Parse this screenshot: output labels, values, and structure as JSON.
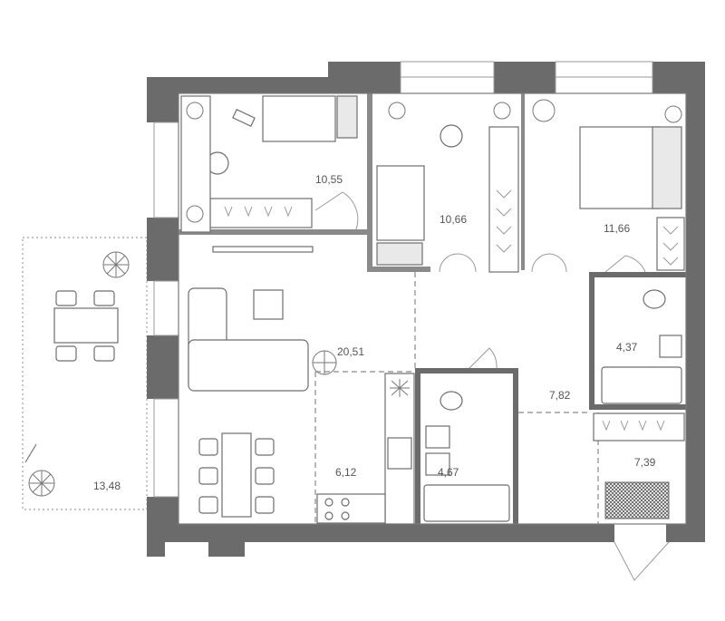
{
  "rooms": [
    {
      "id": "bedroom-left",
      "area": "10,55"
    },
    {
      "id": "bedroom-middle",
      "area": "10,66"
    },
    {
      "id": "bedroom-right",
      "area": "11,66"
    },
    {
      "id": "living-room",
      "area": "20,51"
    },
    {
      "id": "bathroom-right",
      "area": "4,37"
    },
    {
      "id": "hallway",
      "area": "7,82"
    },
    {
      "id": "kitchen",
      "area": "6,12"
    },
    {
      "id": "bathroom-middle",
      "area": "4,67"
    },
    {
      "id": "entrance",
      "area": "7,39"
    },
    {
      "id": "terrace",
      "area": "13,48"
    }
  ]
}
